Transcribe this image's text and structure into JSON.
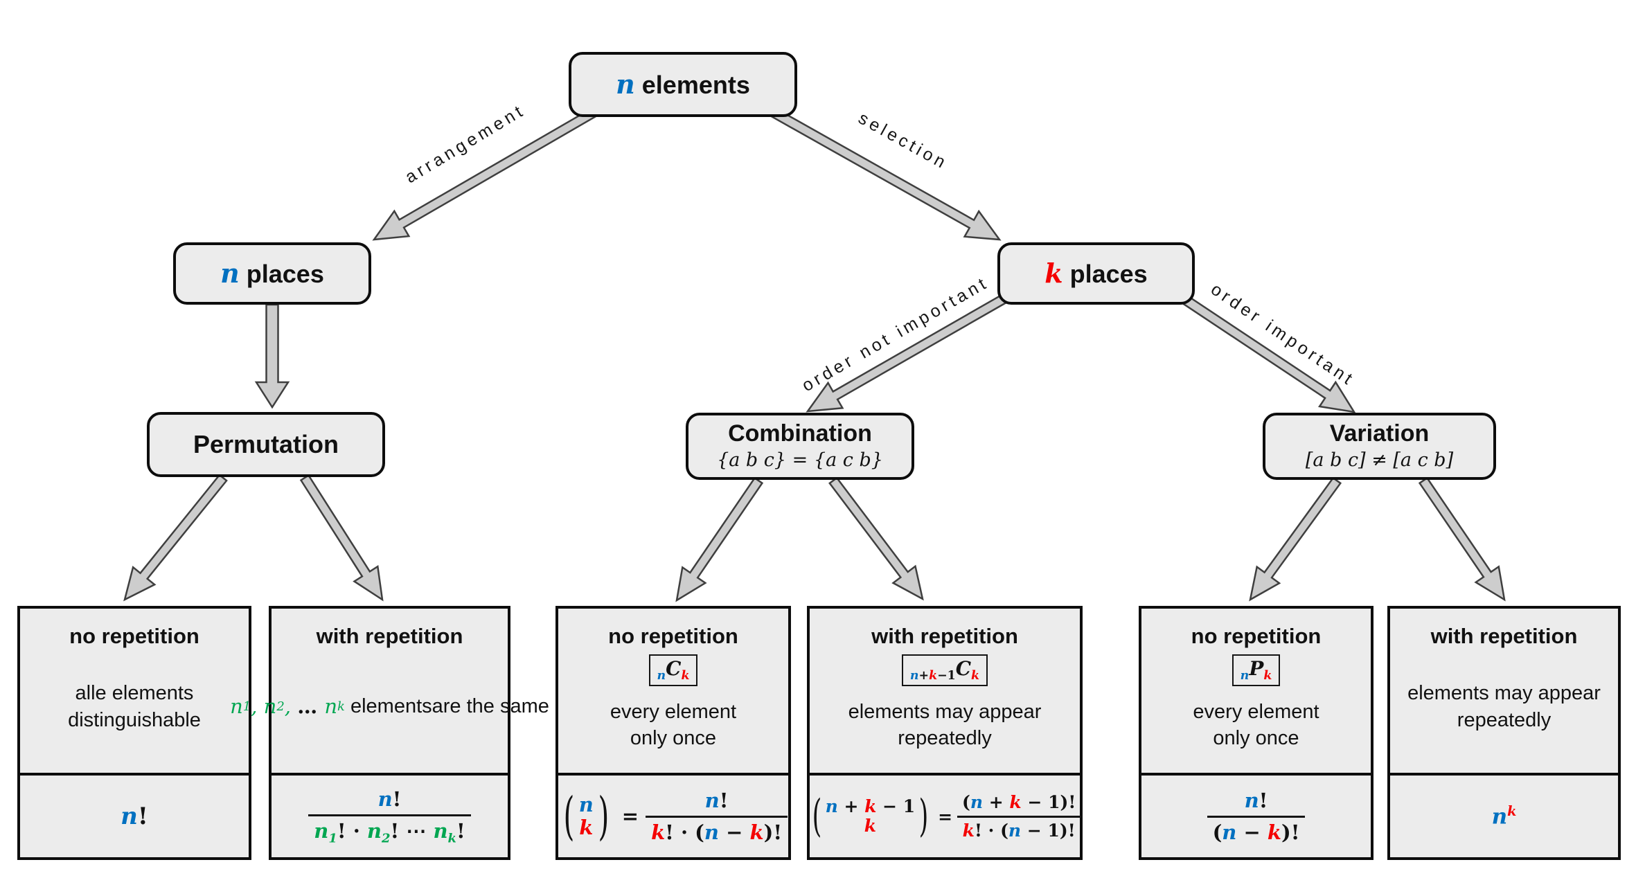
{
  "colors": {
    "blue": "#0070C0",
    "red": "#F40000",
    "green": "#00A651",
    "black": "#141414",
    "box_fill": "#ececec",
    "arrow_fill": "#cdcdcd",
    "arrow_outline": "#3f3f3f"
  },
  "math": {
    "lparen": "(",
    "rparen": ")"
  },
  "nodes": {
    "root": {
      "var": "n",
      "word": " elements"
    },
    "n_places": {
      "var": "n",
      "word": " places"
    },
    "k_places": {
      "var": "k",
      "word": " places"
    },
    "permutation": {
      "title": "Permutation"
    },
    "combination": {
      "title": "Combination",
      "subtitle": "{a b c} = {a c b}"
    },
    "variation": {
      "title": "Variation",
      "subtitle": "[a b c] ≠ [a c b]"
    }
  },
  "edges": {
    "arrangement": "arrangement",
    "selection": "selection",
    "order_not_important": "order not important",
    "order_important": "order important"
  },
  "leaves": [
    {
      "heading": "no repetition",
      "desc": "alle elements\ndistinguishable",
      "formula": [
        {
          "t": "n",
          "c": "blue",
          "s": "bi"
        },
        {
          "t": "!",
          "s": "b"
        }
      ]
    },
    {
      "heading": "with repetition",
      "desc_math": [
        {
          "t": "n",
          "c": "green",
          "s": "i"
        },
        {
          "t": "1",
          "c": "green",
          "s": "i sub"
        },
        {
          "t": ", ",
          "c": "green",
          "s": "i"
        },
        {
          "t": "n",
          "c": "green",
          "s": "i"
        },
        {
          "t": "2",
          "c": "green",
          "s": "i sub"
        },
        {
          "t": ", ",
          "c": "green",
          "s": "i"
        },
        {
          "t": "… ",
          "s": "b"
        },
        {
          "t": "n",
          "c": "green",
          "s": "i"
        },
        {
          "t": "k",
          "c": "green",
          "s": "i sub"
        },
        {
          "t": " elements",
          "s": "r"
        },
        {
          "t": "\n"
        },
        {
          "t": "are the same",
          "s": "r"
        }
      ],
      "num": [
        {
          "t": "n",
          "c": "blue",
          "s": "bi"
        },
        {
          "t": "!",
          "s": "b"
        }
      ],
      "den": [
        {
          "t": "n",
          "c": "green",
          "s": "bi"
        },
        {
          "t": "1",
          "c": "green",
          "s": "bi sub"
        },
        {
          "t": "!",
          "s": "b"
        },
        {
          "t": " · ",
          "s": "b"
        },
        {
          "t": "n",
          "c": "green",
          "s": "bi"
        },
        {
          "t": "2",
          "c": "green",
          "s": "bi sub"
        },
        {
          "t": "!",
          "s": "b"
        },
        {
          "t": " ⋯ ",
          "s": "b"
        },
        {
          "t": "n",
          "c": "green",
          "s": "bi"
        },
        {
          "t": "k",
          "c": "green",
          "s": "bi sub"
        },
        {
          "t": "!",
          "s": "b"
        }
      ]
    },
    {
      "heading": "no repetition",
      "badge": [
        {
          "t": "n",
          "c": "blue",
          "s": "bi sub"
        },
        {
          "t": "C",
          "s": "bi"
        },
        {
          "t": "k",
          "c": "red",
          "s": "bi sub"
        }
      ],
      "desc": "every element\nonly once",
      "eq": "=",
      "binom_top": [
        {
          "t": "n",
          "c": "blue",
          "s": "bi"
        }
      ],
      "binom_bottom": [
        {
          "t": "k",
          "c": "red",
          "s": "bi"
        }
      ],
      "num": [
        {
          "t": "n",
          "c": "blue",
          "s": "bi"
        },
        {
          "t": "!",
          "s": "b"
        }
      ],
      "den": [
        {
          "t": "k",
          "c": "red",
          "s": "bi"
        },
        {
          "t": "! · (",
          "s": "b"
        },
        {
          "t": "n",
          "c": "blue",
          "s": "bi"
        },
        {
          "t": " − ",
          "s": "b"
        },
        {
          "t": "k",
          "c": "red",
          "s": "bi"
        },
        {
          "t": ")!",
          "s": "b"
        }
      ]
    },
    {
      "heading": "with repetition",
      "badge": [
        {
          "t": "n",
          "c": "blue",
          "s": "bi sub"
        },
        {
          "t": "+",
          "s": "b sub"
        },
        {
          "t": "k",
          "c": "red",
          "s": "bi sub"
        },
        {
          "t": "−1",
          "s": "b sub"
        },
        {
          "t": "C",
          "s": "bi"
        },
        {
          "t": "k",
          "c": "red",
          "s": "bi sub"
        }
      ],
      "desc": "elements may appear\nrepeatedly",
      "eq": "=",
      "binom_top": [
        {
          "t": "n",
          "c": "blue",
          "s": "bi"
        },
        {
          "t": " + ",
          "s": "b"
        },
        {
          "t": "k",
          "c": "red",
          "s": "bi"
        },
        {
          "t": " − ",
          "s": "b"
        },
        {
          "t": "1",
          "s": "b"
        }
      ],
      "binom_bottom": [
        {
          "t": "k",
          "c": "red",
          "s": "bi"
        }
      ],
      "num": [
        {
          "t": "(",
          "s": "b"
        },
        {
          "t": "n",
          "c": "blue",
          "s": "bi"
        },
        {
          "t": " + ",
          "s": "b"
        },
        {
          "t": "k",
          "c": "red",
          "s": "bi"
        },
        {
          "t": " − ",
          "s": "b"
        },
        {
          "t": "1",
          "s": "b"
        },
        {
          "t": ")!",
          "s": "b"
        }
      ],
      "den": [
        {
          "t": "k",
          "c": "red",
          "s": "bi"
        },
        {
          "t": "! · (",
          "s": "b"
        },
        {
          "t": "n",
          "c": "blue",
          "s": "bi"
        },
        {
          "t": " − ",
          "s": "b"
        },
        {
          "t": "1",
          "s": "b"
        },
        {
          "t": ")!",
          "s": "b"
        }
      ]
    },
    {
      "heading": "no repetition",
      "badge": [
        {
          "t": "n",
          "c": "blue",
          "s": "bi sub"
        },
        {
          "t": "P",
          "s": "bi"
        },
        {
          "t": "k",
          "c": "red",
          "s": "bi sub"
        }
      ],
      "desc": "every element\nonly once",
      "num": [
        {
          "t": "n",
          "c": "blue",
          "s": "bi"
        },
        {
          "t": "!",
          "s": "b"
        }
      ],
      "den": [
        {
          "t": "(",
          "s": "b"
        },
        {
          "t": "n",
          "c": "blue",
          "s": "bi"
        },
        {
          "t": " − ",
          "s": "b"
        },
        {
          "t": "k",
          "c": "red",
          "s": "bi"
        },
        {
          "t": ")!",
          "s": "b"
        }
      ]
    },
    {
      "heading": "with repetition",
      "desc": "elements may appear\nrepeatedly",
      "formula": [
        {
          "t": "n",
          "c": "blue",
          "s": "bi"
        },
        {
          "t": "k",
          "c": "red",
          "s": "bi sup"
        }
      ]
    }
  ]
}
